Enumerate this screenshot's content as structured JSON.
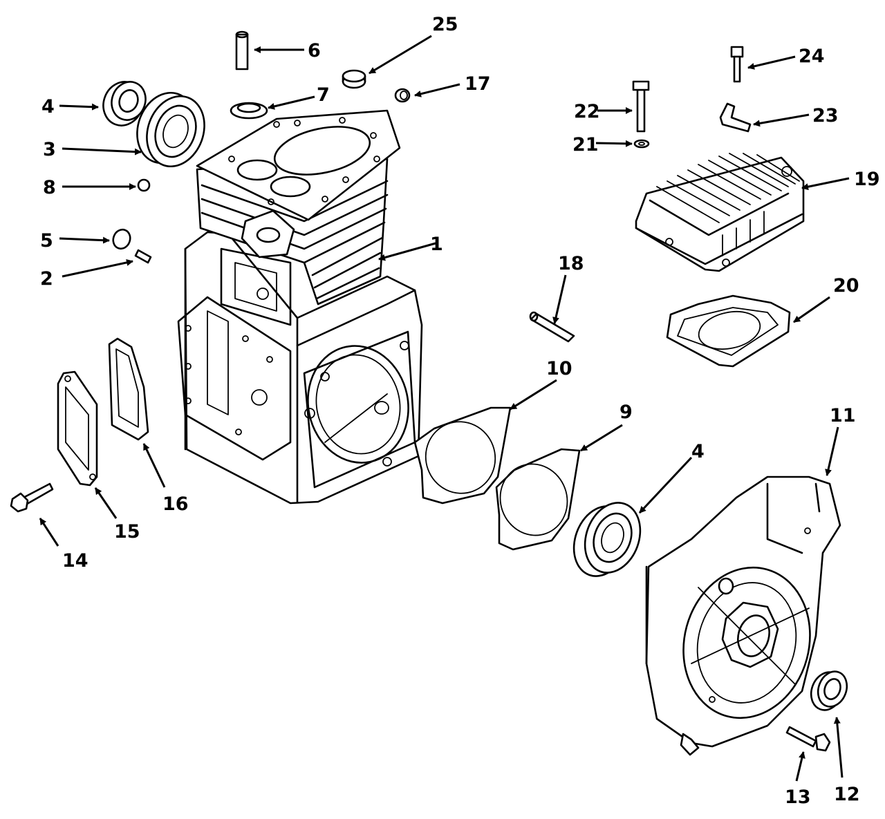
{
  "callouts": {
    "c1": "1",
    "c2": "2",
    "c3": "3",
    "c4a": "4",
    "c4b": "4",
    "c5": "5",
    "c6": "6",
    "c7": "7",
    "c8": "8",
    "c9": "9",
    "c10": "10",
    "c11": "11",
    "c12": "12",
    "c13": "13",
    "c14": "14",
    "c15": "15",
    "c16": "16",
    "c17": "17",
    "c18": "18",
    "c19": "19",
    "c20": "20",
    "c21": "21",
    "c22": "22",
    "c23": "23",
    "c24": "24",
    "c25": "25"
  }
}
